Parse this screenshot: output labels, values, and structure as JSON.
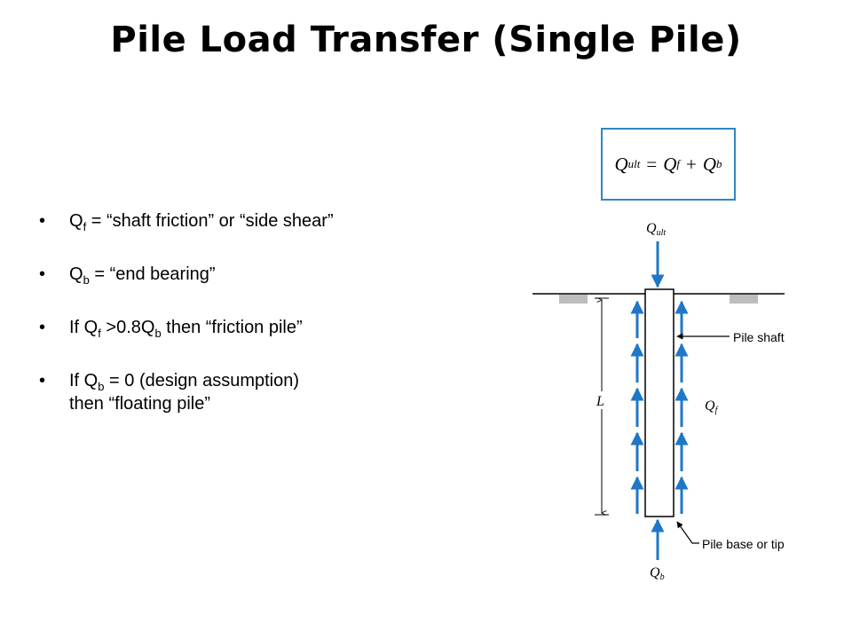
{
  "title": "Pile Load Transfer (Single Pile)",
  "bullets": [
    {
      "parts": [
        "Q",
        "f",
        " = “shaft friction” or “side shear”"
      ]
    },
    {
      "parts": [
        "Q",
        "b",
        " = “end bearing”"
      ]
    },
    {
      "parts": [
        "If Q",
        "f",
        " >0.8Q",
        "b",
        " then “friction pile”"
      ]
    },
    {
      "line1": [
        "If Q",
        "b",
        " = 0 (design assumption)"
      ],
      "line2": "then “floating pile”"
    }
  ],
  "bullet_symbol": "•",
  "formula": {
    "lhs": "Q",
    "lhs_sub": "ult",
    "eq": "=",
    "t1": "Q",
    "t1_sub": "f",
    "plus": "+",
    "t2": "Q",
    "t2_sub": "b"
  },
  "diagram": {
    "q_ult": {
      "main": "Q",
      "sub": "ult"
    },
    "q_f": {
      "main": "Q",
      "sub": "f"
    },
    "q_b": {
      "main": "Q",
      "sub": "b"
    },
    "length_label": "L",
    "pile_shaft_label": "Pile shaft",
    "pile_base_label": "Pile base or tip"
  },
  "colors": {
    "arrow_blue": "#1f77c8",
    "box_border": "#2e86c1",
    "ground_block": "#bdbdbd"
  }
}
